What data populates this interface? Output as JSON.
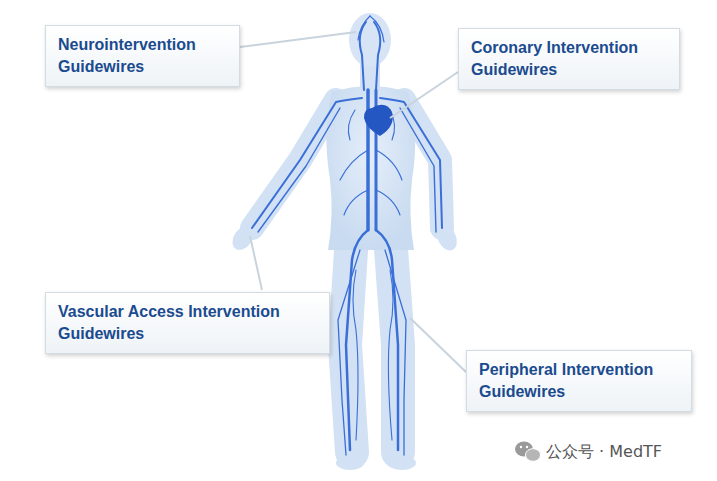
{
  "diagram": {
    "nodes": [
      {
        "text": [
          "Neurointervention Guidewires"
        ]
      },
      {
        "text": [
          "Coronary Intervention Guidewires"
        ]
      },
      {
        "text": [
          "Vascular Access Intervention Guidewires"
        ]
      },
      {
        "text": [
          "Peripheral Intervention Guidewires"
        ]
      }
    ],
    "labels": [
      "公众号 · MedTF"
    ]
  }
}
